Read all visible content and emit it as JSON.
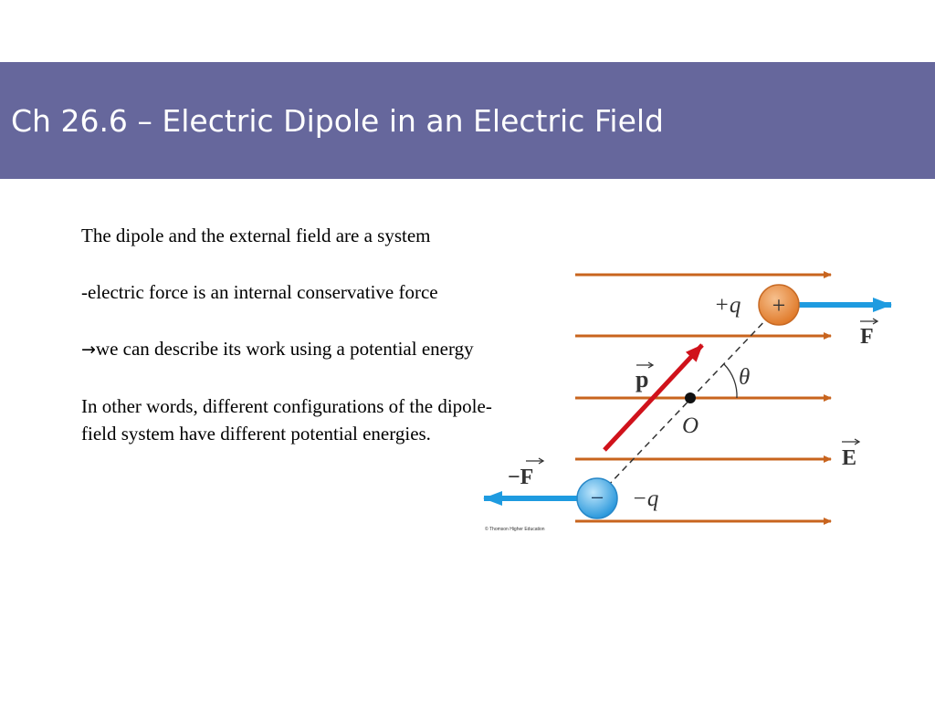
{
  "slide": {
    "title": "Ch 26.6 – Electric Dipole in an Electric Field"
  },
  "body": {
    "para1": "The dipole and the external field are a system",
    "para2": "-electric force is an internal conservative force",
    "para3_arrow": "→",
    "para3_text": "we can describe its work using a potential energy",
    "para4": "In other words, different configurations of the dipole-field system have different potential energies."
  },
  "diagram": {
    "positive_charge_label": "+q",
    "positive_sign": "+",
    "negative_charge_label": "−q",
    "negative_sign": "−",
    "force_label": "F",
    "neg_force_label": "−F",
    "dipole_moment_label": "p",
    "angle_label": "θ",
    "origin_label": "O",
    "field_label": "E",
    "credit": "© Thomson Higher Education",
    "colors": {
      "field_lines": "#c8641e",
      "force_arrows": "#1e9be0",
      "dipole_arrow": "#d0121b",
      "positive_charge": "#e88a3c",
      "negative_charge": "#3aa6e8"
    },
    "icons": {
      "field_arrow": "right-arrow-icon",
      "force_arrow": "force-arrow-icon",
      "dipole_arrow": "dipole-moment-arrow-icon"
    }
  }
}
